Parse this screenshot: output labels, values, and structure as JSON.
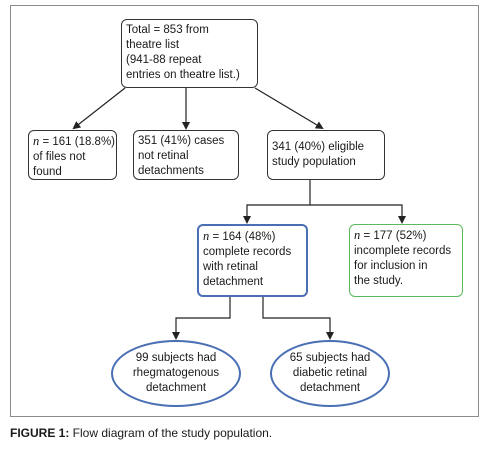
{
  "nodes": {
    "total": [
      "Total = 853 from",
      "theatre list",
      "(941-88 repeat",
      "entries on theatre list.)"
    ],
    "not_found": {
      "n_label": "n",
      "first": " = 161 (18.8%)",
      "rest": [
        "of files not",
        "found"
      ]
    },
    "not_retinal": [
      "351 (41%) cases",
      "not retinal",
      "detachments"
    ],
    "eligible": [
      "341 (40%) eligible",
      "study population"
    ],
    "complete": {
      "n_label": "n",
      "first": " = 164 (48%)",
      "rest": [
        "complete records",
        "with retinal",
        "detachment"
      ]
    },
    "incomplete": {
      "n_label": "n",
      "first": " = 177 (52%)",
      "rest": [
        "incomplete records",
        "for inclusion in",
        "the study."
      ]
    },
    "rhegmatogenous": [
      "99 subjects had",
      "rhegmatogenous",
      "detachment"
    ],
    "diabetic": [
      "65 subjects had",
      "diabetic retinal",
      "detachment"
    ]
  },
  "caption": {
    "label": "FIGURE 1:",
    "text": " Flow diagram of the study population."
  }
}
